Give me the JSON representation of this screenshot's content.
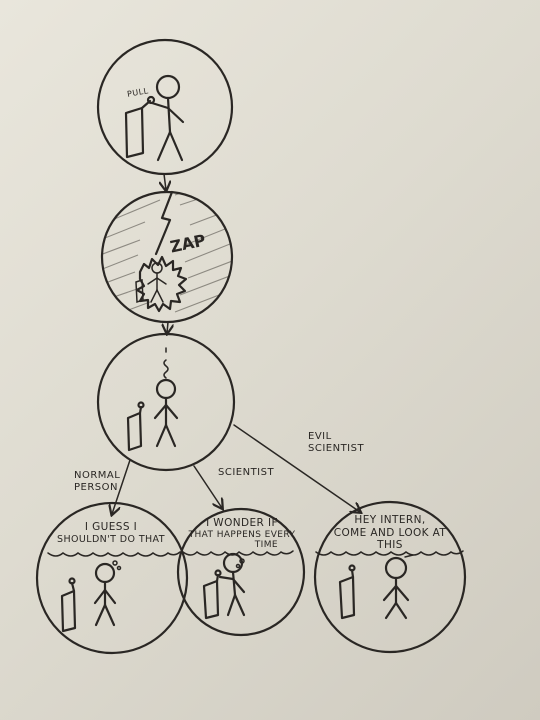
{
  "panel1": {
    "pull_text": "PULL"
  },
  "panel2": {
    "zap_text": "ZAP"
  },
  "branches": {
    "normal": {
      "label_line1": "NORMAL",
      "label_line2": "PERSON",
      "speech_line1": "I GUESS I",
      "speech_line2": "SHOULDN'T DO THAT"
    },
    "scientist": {
      "label": "SCIENTIST",
      "speech_line1": "I WONDER IF",
      "speech_line2": "THAT HAPPENS EVERY",
      "speech_line3": "TIME"
    },
    "evil": {
      "label_line1": "EVIL",
      "label_line2": "SCIENTIST",
      "speech_line1": "HEY INTERN,",
      "speech_line2": "COME AND LOOK AT",
      "speech_line3": "THIS"
    }
  }
}
